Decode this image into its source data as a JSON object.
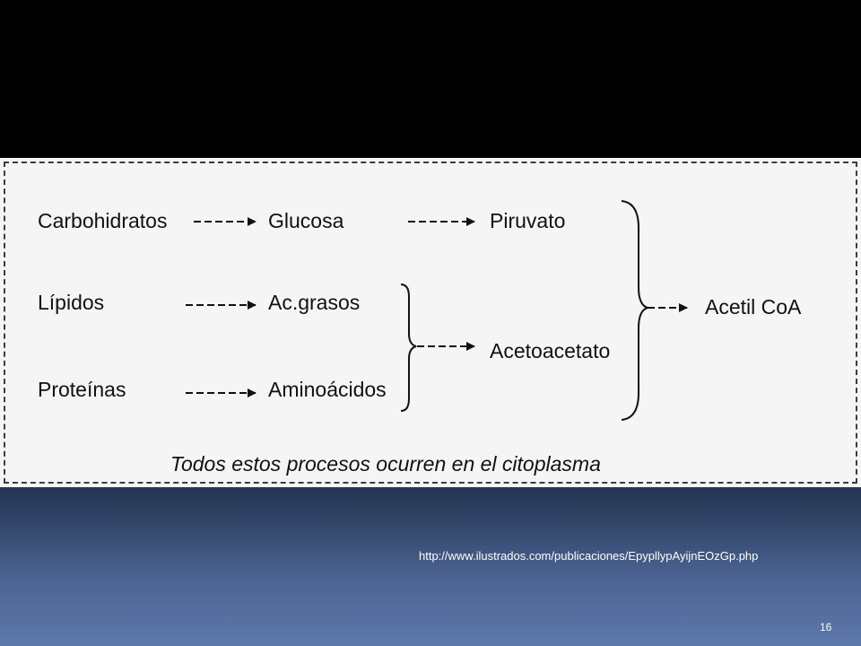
{
  "diagram": {
    "sources": {
      "carbohidratos": "Carbohidratos",
      "lipidos": "Lípidos",
      "proteinas": "Proteínas"
    },
    "intermediates": {
      "glucosa": "Glucosa",
      "acgrasos": "Ac.grasos",
      "aminoacidos": "Aminoácidos"
    },
    "products": {
      "piruvato": "Piruvato",
      "acetoacetato": "Acetoacetato",
      "acetil_coa": "Acetil CoA"
    },
    "caption": "Todos estos procesos ocurren en el citoplasma"
  },
  "footer": {
    "source_url": "http://www.ilustrados.com/publicaciones/EpypllypAyijnEOzGp.php",
    "page_number": "16"
  }
}
